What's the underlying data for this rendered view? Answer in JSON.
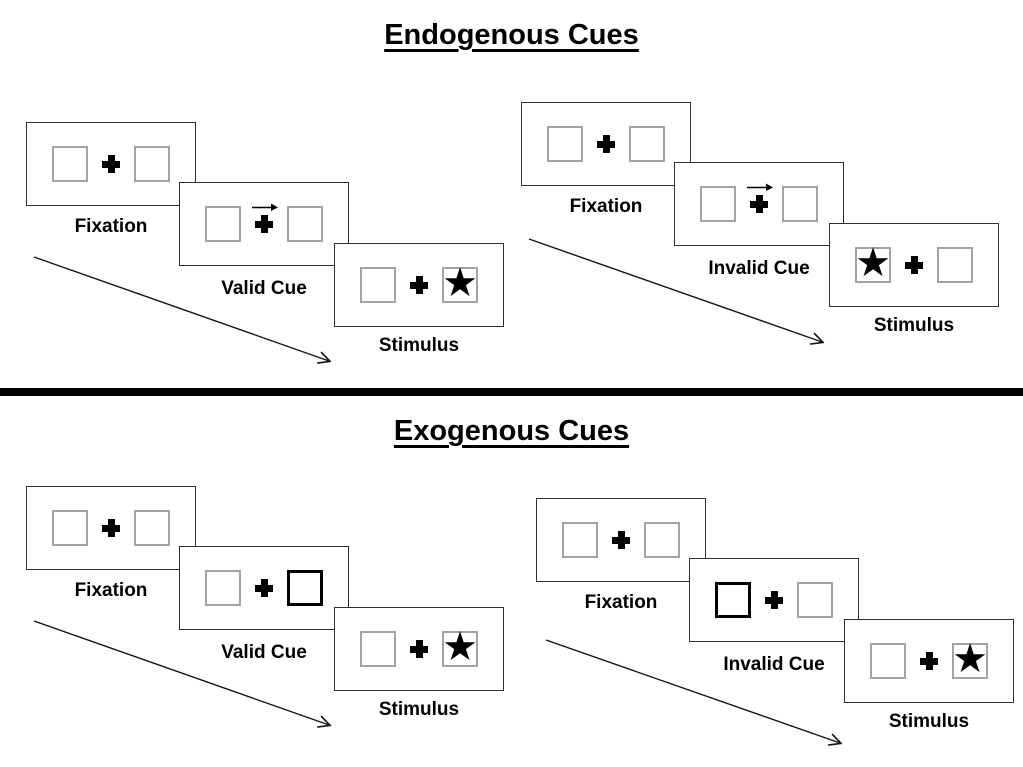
{
  "slide": {
    "sections": [
      {
        "title": "Endogenous Cues",
        "panels": [
          {
            "name": "endogenous-valid",
            "cue_type": "central arrow above fixation cross pointing right",
            "target_side": "right",
            "stages": [
              {
                "label": "Fixation"
              },
              {
                "label": "Valid Cue"
              },
              {
                "label": "Stimulus"
              }
            ]
          },
          {
            "name": "endogenous-invalid",
            "cue_type": "central arrow above fixation cross pointing right",
            "target_side": "left",
            "stages": [
              {
                "label": "Fixation"
              },
              {
                "label": "Invalid Cue"
              },
              {
                "label": "Stimulus"
              }
            ]
          }
        ]
      },
      {
        "title": "Exogenous Cues",
        "panels": [
          {
            "name": "exogenous-valid",
            "cue_type": "right peripheral box highlighted (thick black outline)",
            "target_side": "right",
            "stages": [
              {
                "label": "Fixation"
              },
              {
                "label": "Valid Cue"
              },
              {
                "label": "Stimulus"
              }
            ]
          },
          {
            "name": "exogenous-invalid",
            "cue_type": "left peripheral box highlighted (thick black outline)",
            "target_side": "right",
            "stages": [
              {
                "label": "Fixation"
              },
              {
                "label": "Invalid Cue"
              },
              {
                "label": "Stimulus"
              }
            ]
          }
        ]
      }
    ]
  },
  "icons": {
    "star_char": "★",
    "fixation_cross": "plus",
    "cue_arrow": "right-arrow",
    "timeline_arrow": "diagonal-down-right-arrow"
  },
  "colors": {
    "ink": "#000000",
    "card_border": "#2e2e2e",
    "placeholder_box_border": "#a3a3a3",
    "background": "#ffffff"
  }
}
